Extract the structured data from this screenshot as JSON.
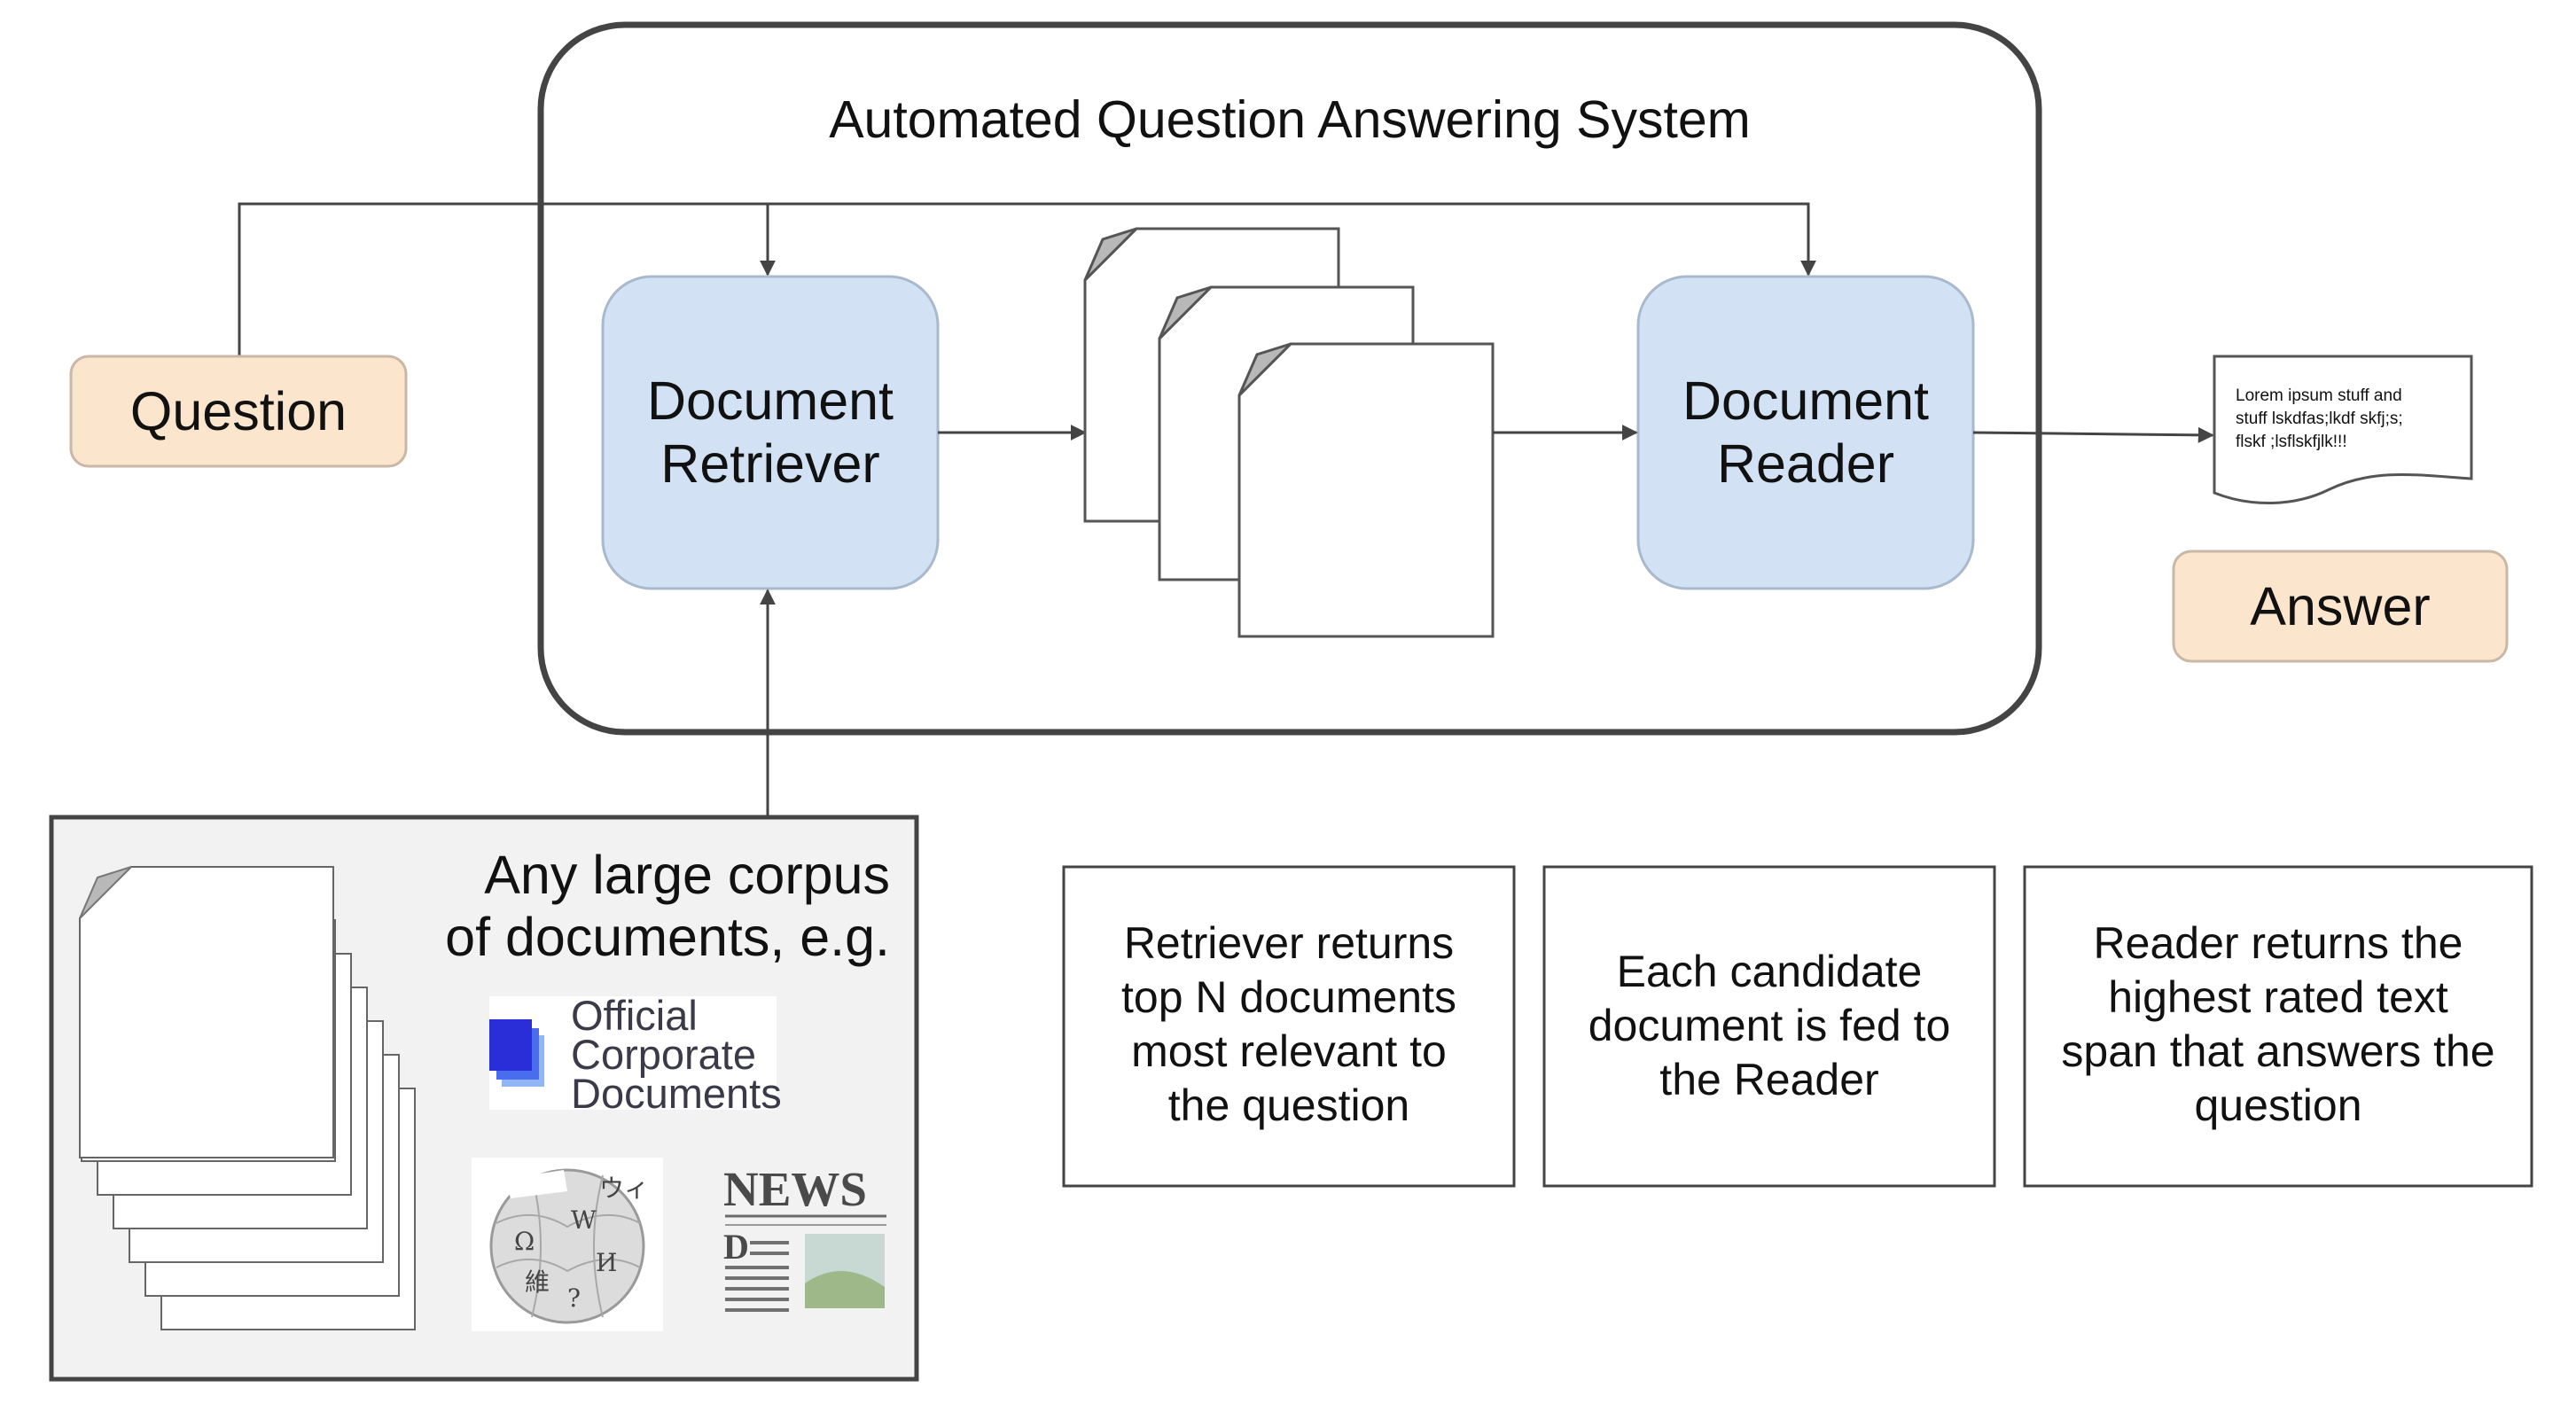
{
  "system": {
    "title": "Automated Question Answering System"
  },
  "question": {
    "label": "Question"
  },
  "answer": {
    "label": "Answer"
  },
  "retriever": {
    "line1": "Document",
    "line2": "Retriever"
  },
  "reader": {
    "line1": "Document",
    "line2": "Reader"
  },
  "answer_doc": {
    "lines": [
      "Lorem ipsum stuff and",
      "stuff lskdfas;lkdf skfj;s;",
      "flskf ;lsflskfjlk!!!"
    ]
  },
  "corpus": {
    "title_lines": [
      "Any large corpus",
      "of documents, e.g."
    ],
    "official_logo": {
      "lines": [
        "Official",
        "Corporate",
        "Documents"
      ],
      "color": "#2f45e6"
    },
    "news_logo": {
      "text": "NEWS",
      "letter": "D"
    },
    "wikipedia_glyphs": [
      "Ω",
      "W",
      "И",
      "維",
      "ウィ",
      "?"
    ]
  },
  "captions": [
    {
      "lines": [
        "Retriever returns",
        "top N documents",
        "most relevant to",
        "the question"
      ]
    },
    {
      "lines": [
        "Each candidate",
        "document is fed to",
        "the Reader"
      ]
    },
    {
      "lines": [
        "Reader returns the",
        "highest rated text",
        "span that answers the",
        "question"
      ]
    }
  ],
  "colors": {
    "component_fill": "#d2e2f4",
    "component_border": "#a9b9cc",
    "io_fill": "#fbe5cd",
    "io_border": "#c9b8a6",
    "corpus_fill": "#f2f2f2",
    "line": "#444444"
  }
}
